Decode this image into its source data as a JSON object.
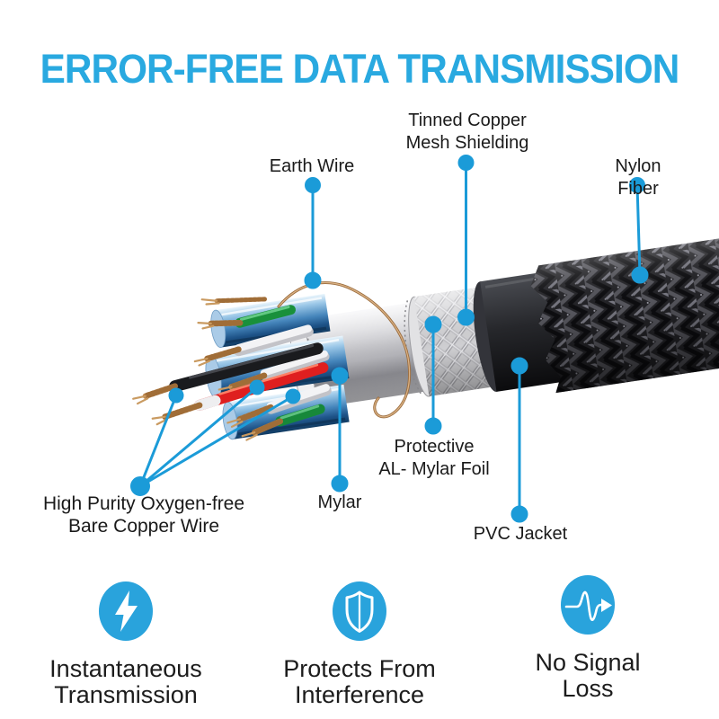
{
  "title": "ERROR-FREE DATA TRANSMISSION",
  "colors": {
    "title_blue": "#29A9E0",
    "marker_blue": "#1B9BD8",
    "icon_circle_blue": "#29A3DC",
    "icon_glyph": "#FFFFFF",
    "label_text": "#1A1A1A"
  },
  "labels": {
    "earth_wire": "Earth Wire",
    "tinned_copper": "Tinned Copper\nMesh Shielding",
    "nylon_fiber": "Nylon Fiber",
    "mylar": "Mylar",
    "al_mylar_foil": "Protective\nAL- Mylar Foil",
    "pvc_jacket": "PVC Jacket",
    "copper_wire": "High Purity Oxygen-free\nBare Copper Wire"
  },
  "features": [
    {
      "icon": "lightning-icon",
      "caption": "Instantaneous\nTransmission"
    },
    {
      "icon": "shield-icon",
      "caption": "Protects From\nInterference"
    },
    {
      "icon": "signal-wave-icon",
      "caption": "No Signal\nLoss"
    }
  ]
}
